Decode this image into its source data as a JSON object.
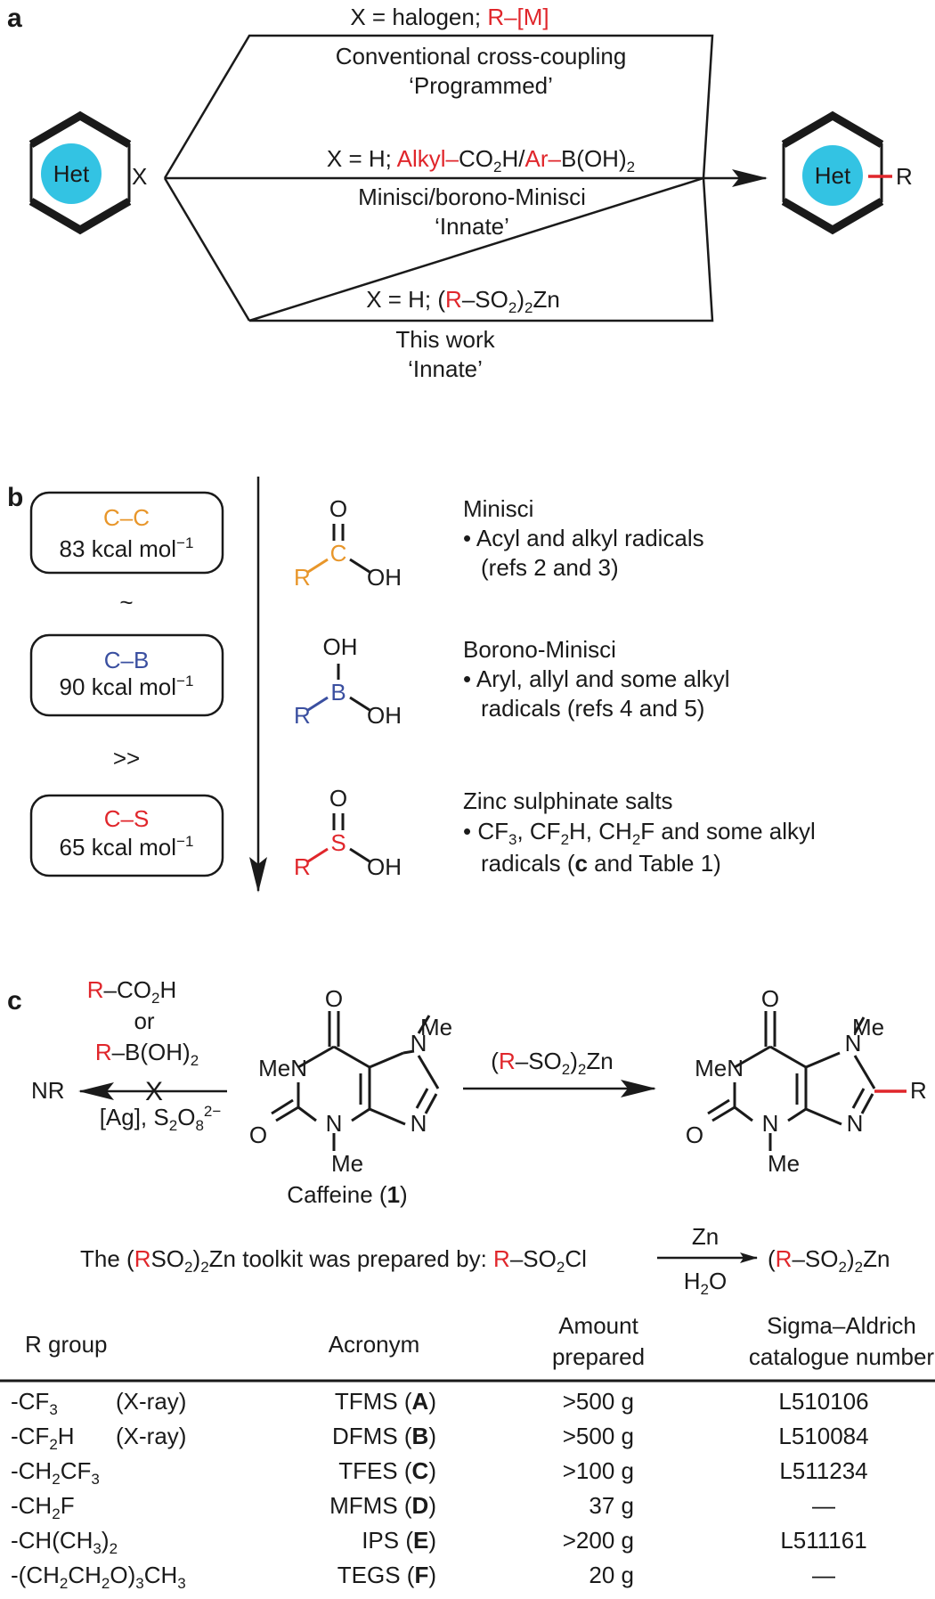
{
  "colors": {
    "red": "#e0262b",
    "orange": "#e8962a",
    "blue": "#3a4fa0",
    "cyan": "#33c3e3",
    "black": "#1a1a1a"
  },
  "panel_a": {
    "label": "a",
    "het": "Het",
    "x": "X",
    "r": "R",
    "route1": {
      "pre": "X = halogen; ",
      "rm": "R–[M]",
      "title": "Conventional cross-coupling",
      "tag": "‘Programmed’"
    },
    "route2": {
      "pre": "X = H; ",
      "alkyl": "Alkyl–",
      "co2h": "CO",
      "co2h_sub": "2",
      "co2h_post": "H/",
      "ar": "Ar–",
      "boh": "B(OH)",
      "boh_sub": "2",
      "title": "Minisci/borono-Minisci",
      "tag": "‘Innate’"
    },
    "route3": {
      "pre": "X = H; (",
      "r": "R",
      "mid": "–SO",
      "sub1": "2",
      "close": ")",
      "sub2": "2",
      "zn": "Zn",
      "title": "This work",
      "tag": "‘Innate’"
    }
  },
  "panel_b": {
    "label": "b",
    "bonds": [
      {
        "bond": "C–C",
        "energy": "83 kcal mol",
        "exp": "−1",
        "color": "orange"
      },
      {
        "bond": "C–B",
        "energy": "90 kcal mol",
        "exp": "−1",
        "color": "blue"
      },
      {
        "bond": "C–S",
        "energy": "65 kcal mol",
        "exp": "−1",
        "color": "red"
      }
    ],
    "rel1": "~",
    "rel2": ">>",
    "struct": {
      "o": "O",
      "r": "R",
      "c": "C",
      "oh": "OH",
      "b": "B",
      "s": "S"
    },
    "desc": [
      {
        "title": "Minisci",
        "l1": "• Acyl and alkyl radicals",
        "l2": "(refs 2 and 3)"
      },
      {
        "title": "Borono-Minisci",
        "l1": "• Aryl, allyl and some alkyl",
        "l2": "radicals (refs 4 and 5)"
      },
      {
        "title": "Zinc sulphinate salts",
        "l1a": "• CF",
        "l1b": "3",
        "l1c": ", CF",
        "l1d": "2",
        "l1e": "H, CH",
        "l1f": "2",
        "l1g": "F and some alkyl",
        "l2a": "radicals (",
        "l2b": "c",
        "l2c": " and Table 1)"
      }
    ]
  },
  "panel_c": {
    "label": "c",
    "left_reagent": {
      "r1": "R",
      "r1b": "–CO",
      "r1sub": "2",
      "r1c": "H",
      "or": "or",
      "r2": "R",
      "r2b": "–B(OH)",
      "r2sub": "2",
      "cond_a": "[Ag], S",
      "cond_sub1": "2",
      "cond_b": "O",
      "cond_sub2": "8",
      "cond_sup": "2−"
    },
    "nr": "NR",
    "cross": "X",
    "right_reagent": {
      "a": "(",
      "r": "R",
      "b": "–SO",
      "sub1": "2",
      "c": ")",
      "sub2": "2",
      "d": "Zn"
    },
    "atoms": {
      "o": "O",
      "n": "N",
      "me": "Me",
      "men": "MeN",
      "r": "R"
    },
    "caffeine": "Caffeine (",
    "caffeine_num": "1",
    "caffeine_close": ")",
    "toolkit": {
      "t1": "The (",
      "t2": "R",
      "t3": "SO",
      "t4": "2",
      "t5": ")",
      "t6": "2",
      "t7": "Zn toolkit was prepared by: ",
      "t8": "R",
      "t9": "–SO",
      "t10": "2",
      "t11": "Cl",
      "above": "Zn",
      "below_a": "H",
      "below_sub": "2",
      "below_b": "O",
      "p1": "(",
      "p2": "R",
      "p3": "–SO",
      "p4": "2",
      "p5": ")",
      "p6": "2",
      "p7": "Zn"
    },
    "table": {
      "headers": {
        "rgroup": "R group",
        "acronym": "Acronym",
        "amount_l1": "Amount",
        "amount_l2": "prepared",
        "sigma_l1": "Sigma–Aldrich",
        "sigma_l2": "catalogue number"
      },
      "rows": [
        {
          "r": [
            [
              "-CF",
              ""
            ],
            [
              "3",
              "sub"
            ]
          ],
          "note": "(X-ray)",
          "acr": "TFMS (",
          "letter": "A",
          "close": ")",
          "amount": ">500 g",
          "cat": "L510106"
        },
        {
          "r": [
            [
              "-CF",
              ""
            ],
            [
              "2",
              "sub"
            ],
            [
              "H",
              ""
            ]
          ],
          "note": "(X-ray)",
          "acr": "DFMS (",
          "letter": "B",
          "close": ")",
          "amount": ">500 g",
          "cat": "L510084"
        },
        {
          "r": [
            [
              "-CH",
              ""
            ],
            [
              "2",
              "sub"
            ],
            [
              "CF",
              ""
            ],
            [
              "3",
              "sub"
            ]
          ],
          "note": "",
          "acr": "TFES (",
          "letter": "C",
          "close": ")",
          "amount": ">100 g",
          "cat": "L511234"
        },
        {
          "r": [
            [
              "-CH",
              ""
            ],
            [
              "2",
              "sub"
            ],
            [
              "F",
              ""
            ]
          ],
          "note": "",
          "acr": "MFMS (",
          "letter": "D",
          "close": ")",
          "amount": "37 g",
          "cat": "—"
        },
        {
          "r": [
            [
              "-CH(CH",
              ""
            ],
            [
              "3",
              "sub"
            ],
            [
              ")",
              ""
            ],
            [
              "2",
              "sub"
            ]
          ],
          "note": "",
          "acr": "IPS (",
          "letter": "E",
          "close": ")",
          "amount": ">200 g",
          "cat": "L511161"
        },
        {
          "r": [
            [
              "-(CH",
              ""
            ],
            [
              "2",
              "sub"
            ],
            [
              "CH",
              ""
            ],
            [
              "2",
              "sub"
            ],
            [
              "O)",
              ""
            ],
            [
              "3",
              "sub"
            ],
            [
              "CH",
              ""
            ],
            [
              "3",
              "sub"
            ]
          ],
          "note": "",
          "acr": "TEGS (",
          "letter": "F",
          "close": ")",
          "amount": "20 g",
          "cat": "—"
        }
      ]
    }
  }
}
